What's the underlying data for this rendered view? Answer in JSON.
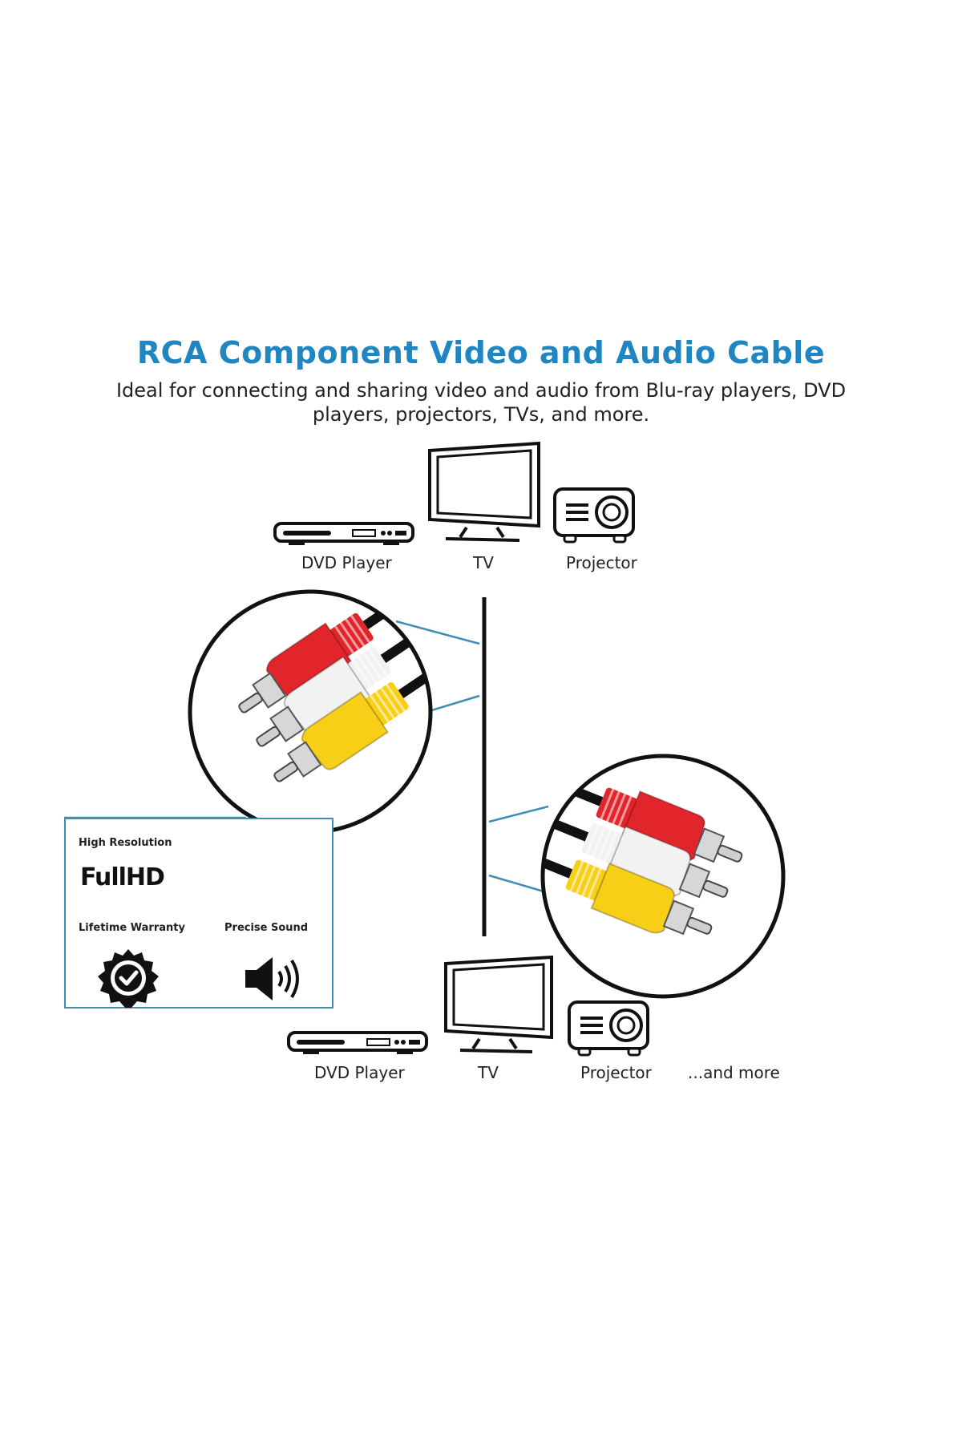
{
  "header": {
    "title": "RCA Component Video and Audio Cable",
    "subtitle": "Ideal for connecting and sharing video and audio from Blu-ray players, DVD players, projectors, TVs, and more."
  },
  "top_devices": [
    {
      "label": "DVD Player",
      "icon": "dvd-player-icon"
    },
    {
      "label": "TV",
      "icon": "tv-icon"
    },
    {
      "label": "Projector",
      "icon": "projector-icon"
    }
  ],
  "bottom_devices": [
    {
      "label": "DVD Player",
      "icon": "dvd-player-icon"
    },
    {
      "label": "TV",
      "icon": "tv-icon"
    },
    {
      "label": "Projector",
      "icon": "projector-icon"
    },
    {
      "label": "...and more",
      "icon": ""
    }
  ],
  "features": {
    "high_resolution": "High Resolution",
    "fullhd_logo": "FullHD",
    "lifetime_warranty": "Lifetime Warranty",
    "precise_sound": "Precise Sound"
  },
  "colors": {
    "title_blue": "#1f86c2",
    "line_blue": "#3d8fb5",
    "plug_red": "#e1252b",
    "plug_white": "#f2f2f2",
    "plug_yellow": "#f6cf16"
  }
}
